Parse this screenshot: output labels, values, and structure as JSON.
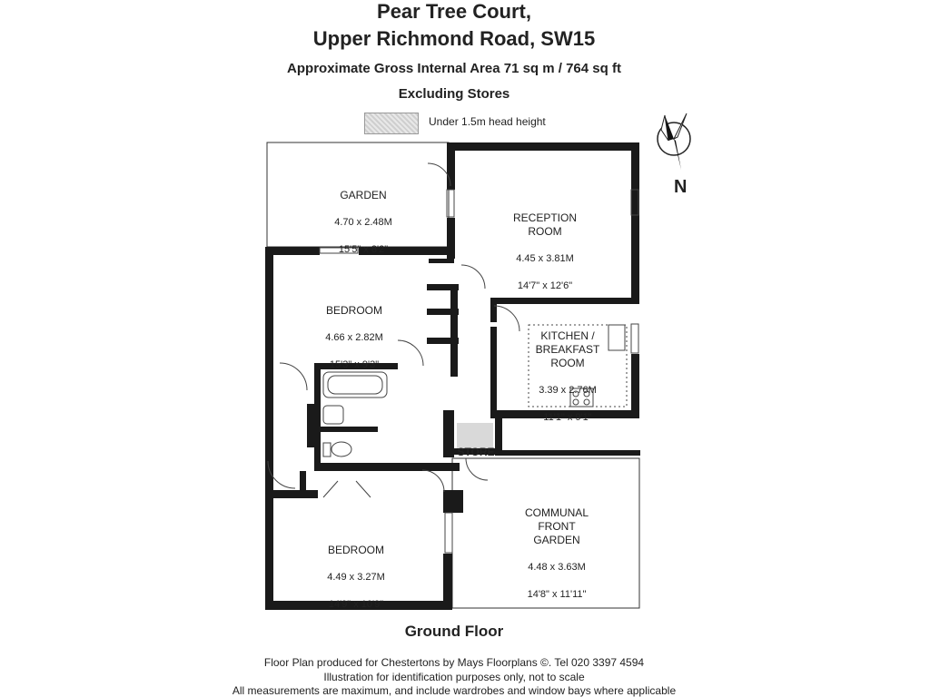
{
  "header": {
    "title_line1": "Pear Tree Court,",
    "title_line2": "Upper Richmond Road, SW15",
    "area": "Approximate Gross Internal Area 71 sq m  /  764 sq ft",
    "excluding": "Excluding Stores"
  },
  "legend": {
    "label": "Under 1.5m head height"
  },
  "compass": {
    "label": "N",
    "icon": "north-arrow-icon"
  },
  "rooms": {
    "garden": {
      "name": "GARDEN",
      "metric": "4.70 x 2.48M",
      "imperial": "15'5\" x 8'2\""
    },
    "reception": {
      "name": "RECEPTION\nROOM",
      "metric": "4.45 x 3.81M",
      "imperial": "14'7\" x 12'6\""
    },
    "bedroom1": {
      "name": "BEDROOM",
      "metric": "4.66 x 2.82M",
      "imperial": "15'3\" x 9'3\""
    },
    "kitchen": {
      "name": "KITCHEN /\nBREAKFAST\nROOM",
      "metric": "3.39 x 2.76M",
      "imperial": "11'1\" x 9'1\""
    },
    "store": {
      "name": "STORE"
    },
    "communal": {
      "name": "COMMUNAL\nFRONT\nGARDEN",
      "metric": "4.48 x 3.63M",
      "imperial": "14'8\" x 11'11\""
    },
    "bedroom2": {
      "name": "BEDROOM",
      "metric": "4.49 x 3.27M",
      "imperial": "14'9\" x 10'9\""
    }
  },
  "floor_label": "Ground Floor",
  "footer": {
    "line1": "Floor Plan produced for Chestertons by Mays Floorplans ©. Tel 020 3397 4594",
    "line2": "Illustration for identification purposes only, not to scale",
    "line3": "All measurements are maximum, and include wardrobes and window bays where applicable"
  }
}
